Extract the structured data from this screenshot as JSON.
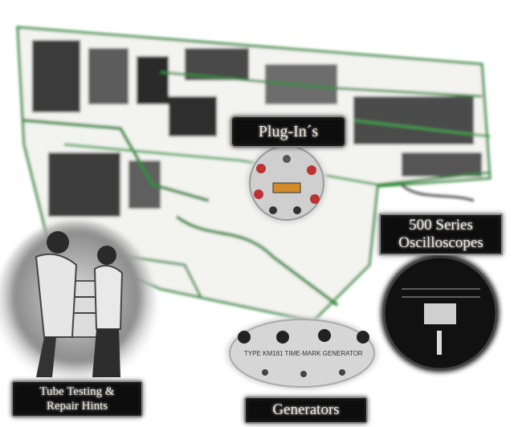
{
  "nav": {
    "plugins_label": "Plug-In´s",
    "scopes_line1": "500 Series",
    "scopes_line2": "Oscilloscopes",
    "tubes_line1": "Tube Testing &",
    "tubes_line2": "Repair Hints",
    "generators_label": "Generators"
  },
  "photos": {
    "generator_panel_text": "TYPE KM181 TIME-MARK GENERATOR"
  },
  "colors": {
    "button_bg": "#0d0d0d",
    "button_text": "#e9e3d6",
    "circuit_green": "#2e8b3a"
  }
}
